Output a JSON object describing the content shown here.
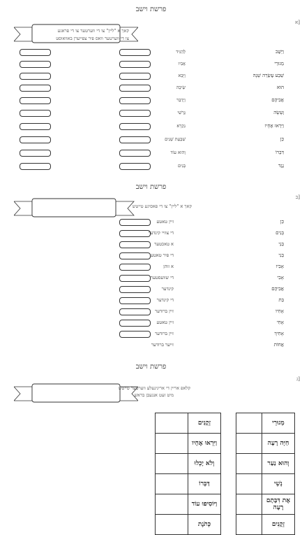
{
  "sections": [
    {
      "title": "פרשת וישב",
      "number": "א]",
      "instructions": [
        "קאך א \"ליין\" צו די ווערטער צו די פראגע",
        "צו די ווערטער וואס פיר צפייערן באוואוסט"
      ],
      "rows": [
        {
          "word": "וַיֵּשֶׁב",
          "answer": "לְהַגִּיד"
        },
        {
          "word": "מְגוּרֵי",
          "answer": "אָבִיו"
        },
        {
          "word": "שְׁבַע עֶשְׂרֵה שָׁנָה",
          "answer": "וַיָּבֵא"
        },
        {
          "word": "הוּא",
          "answer": "שֵׂיבָה"
        },
        {
          "word": "אֲבִיהֶם",
          "answer": "וַיְדַבֵּר"
        },
        {
          "word": "וְעָשָׂה",
          "answer": "גֵּרְשִׁי"
        },
        {
          "word": "וַיִּרְאוּ אֶחָיו",
          "answer": "נִקְרָא"
        },
        {
          "word": "כֵּן",
          "answer": "שִׁבְעַת שָׁנִים"
        },
        {
          "word": "דִּבְרוֹ",
          "answer": "וְהוּא עוֹד"
        },
        {
          "word": "נֶגֶד",
          "answer": "בָּנִים"
        }
      ]
    },
    {
      "title": "פרשת וישב",
      "number": "ב]",
      "instructions": [
        "קאך א \"ליין\" צו די פאסיגע טייטש"
      ],
      "rows": [
        {
          "word": "כֵּן",
          "answer": "זיין טאטע"
        },
        {
          "word": "בָּנִים",
          "answer": "די צוויי קינדער"
        },
        {
          "word": "בְּנֵי",
          "answer": "א טאכטער"
        },
        {
          "word": "בְּנִי",
          "answer": "די פיר טאטע"
        },
        {
          "word": "אָבִיו",
          "answer": "א זוהן"
        },
        {
          "word": "אָבִי",
          "answer": "די שוועסטער"
        },
        {
          "word": "אֲבִיהֶם",
          "answer": "קינדער"
        },
        {
          "word": "בַּת",
          "answer": "די קינדער"
        },
        {
          "word": "אָחִיו",
          "answer": "זיין ברודער"
        },
        {
          "word": "אָחִי",
          "answer": "זיין טאטע"
        },
        {
          "word": "אָחִיךָ",
          "answer": "זיין ברודער"
        },
        {
          "word": "אֲחוֹת",
          "answer": "זייער ברודער"
        }
      ]
    },
    {
      "title": "פרשת וישב",
      "number": "ג]",
      "instructions": [
        "קלאפ אריין די אריגינעלע ווערטער טייטש",
        "מיט זעט אנגעבן בראש"
      ]
    }
  ],
  "grid": {
    "right_column": [
      "מְגוּרֵי",
      "חַיָּה רָעָה",
      "וְהוּא נַעַר",
      "נְשֵׁי",
      "אֶת דִּבָּתָם רָעָה",
      "זְקֻנִים"
    ],
    "left_column": [
      "זְקֻנִים",
      "וַיִּרְאוּ אֶחָיו",
      "וְלֹא יָכְלוּ",
      "דַּבְּרוֹ",
      "וַיּוֹסִיפוּ עוֹד",
      "כְּתֹנֶת"
    ]
  },
  "icons": [
    "ribbon-banner-icon"
  ]
}
